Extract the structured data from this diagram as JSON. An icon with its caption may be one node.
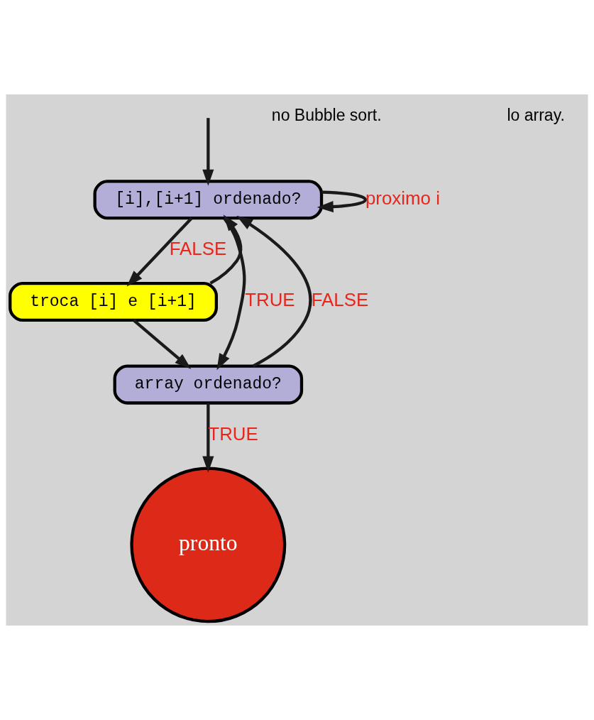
{
  "diagram": {
    "nodes": [
      {
        "text": [
          "[i],[i+1] ordenado?"
        ]
      },
      {
        "text": [
          "troca [i] e [i+1]"
        ]
      },
      {
        "text": [
          "array ordenado?"
        ]
      },
      {
        "text": [
          "pronto"
        ]
      }
    ],
    "edges": [
      {
        "from": null,
        "to": 0,
        "arrow": "to"
      },
      {
        "from": 0,
        "to": 1,
        "arrow": "to",
        "label": "FALSE"
      },
      {
        "from": 0,
        "to": 2,
        "arrow": "to",
        "label": "TRUE"
      },
      {
        "from": 1,
        "to": 2,
        "arrow": "to"
      },
      {
        "from": 0,
        "to": 0,
        "arrow": "to",
        "label": "proximo i"
      },
      {
        "from": 1,
        "to": 0,
        "arrow": "to"
      },
      {
        "from": 2,
        "to": 0,
        "arrow": "to",
        "label": "FALSE"
      },
      {
        "from": 2,
        "to": 3,
        "arrow": "to",
        "label": "TRUE"
      }
    ],
    "labels": [
      "no Bubble sort.",
      "lo array."
    ]
  }
}
